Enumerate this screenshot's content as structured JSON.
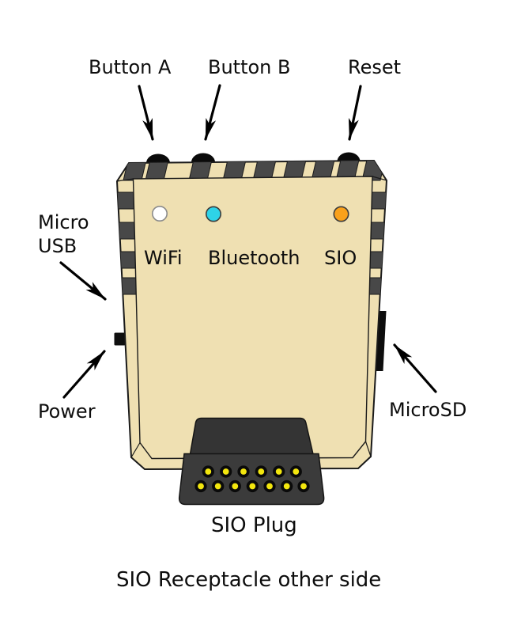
{
  "labels": {
    "button_a": "Button A",
    "button_b": "Button B",
    "reset": "Reset",
    "micro_usb_line1": "Micro",
    "micro_usb_line2": "USB",
    "power": "Power",
    "microsd": "MicroSD",
    "sio_plug": "SIO Plug",
    "bottom_caption": "SIO Receptacle other side"
  },
  "leds": [
    {
      "label": "WiFi",
      "color": "#ffffff"
    },
    {
      "label": "Bluetooth",
      "color": "#2ed3e8"
    },
    {
      "label": "SIO",
      "color": "#f9a11b"
    }
  ],
  "device": {
    "body_color": "#efe0b2",
    "stripe_color": "#484848",
    "plug_top_color": "#343434",
    "plug_bottom_color": "#3b3b3b",
    "pin_color": "#f2e60e",
    "sio_plug_pins_top_row": 6,
    "sio_plug_pins_bottom_row": 7
  }
}
